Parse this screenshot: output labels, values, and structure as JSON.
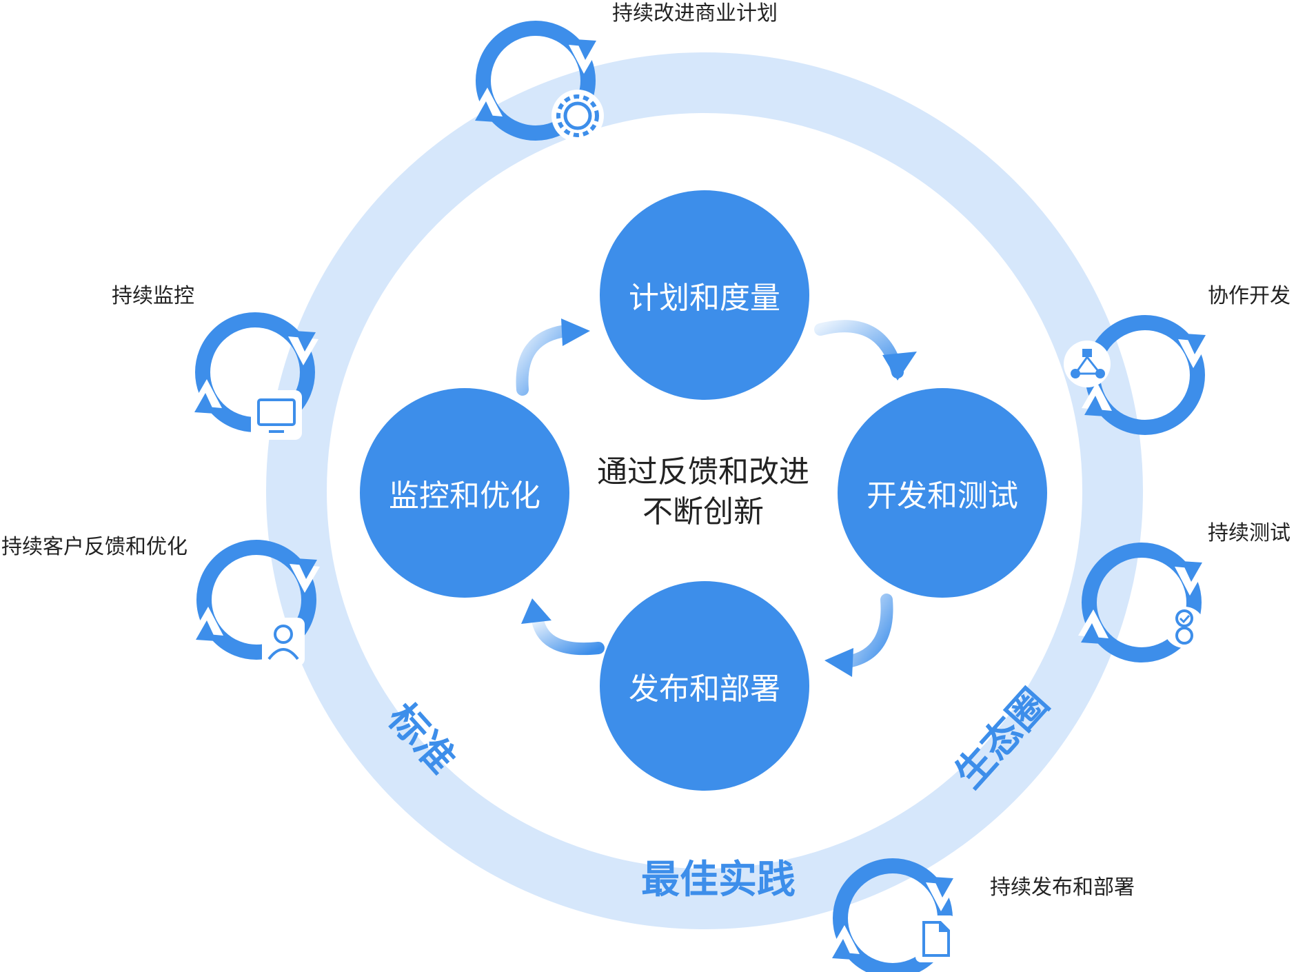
{
  "colors": {
    "accent": "#3d8eea",
    "ring": "#d6e7fb",
    "text": "#222222"
  },
  "center": {
    "line1": "通过反馈和改进",
    "line2": "不断创新"
  },
  "stages": {
    "plan": "计划和度量",
    "dev": "开发和测试",
    "deploy": "发布和部署",
    "monitor": "监控和优化"
  },
  "ring_words": {
    "left": "标准",
    "right": "生态圈",
    "bottom": "最佳实践"
  },
  "outer_items": [
    {
      "label": "持续改进商业计划",
      "icon": "gear-icon"
    },
    {
      "label": "协作开发",
      "icon": "network-icon"
    },
    {
      "label": "持续测试",
      "icon": "checklist-icon"
    },
    {
      "label": "持续发布和部署",
      "icon": "document-icon"
    },
    {
      "label": "持续客户反馈和优化",
      "icon": "user-icon"
    },
    {
      "label": "持续监控",
      "icon": "monitor-icon"
    }
  ]
}
